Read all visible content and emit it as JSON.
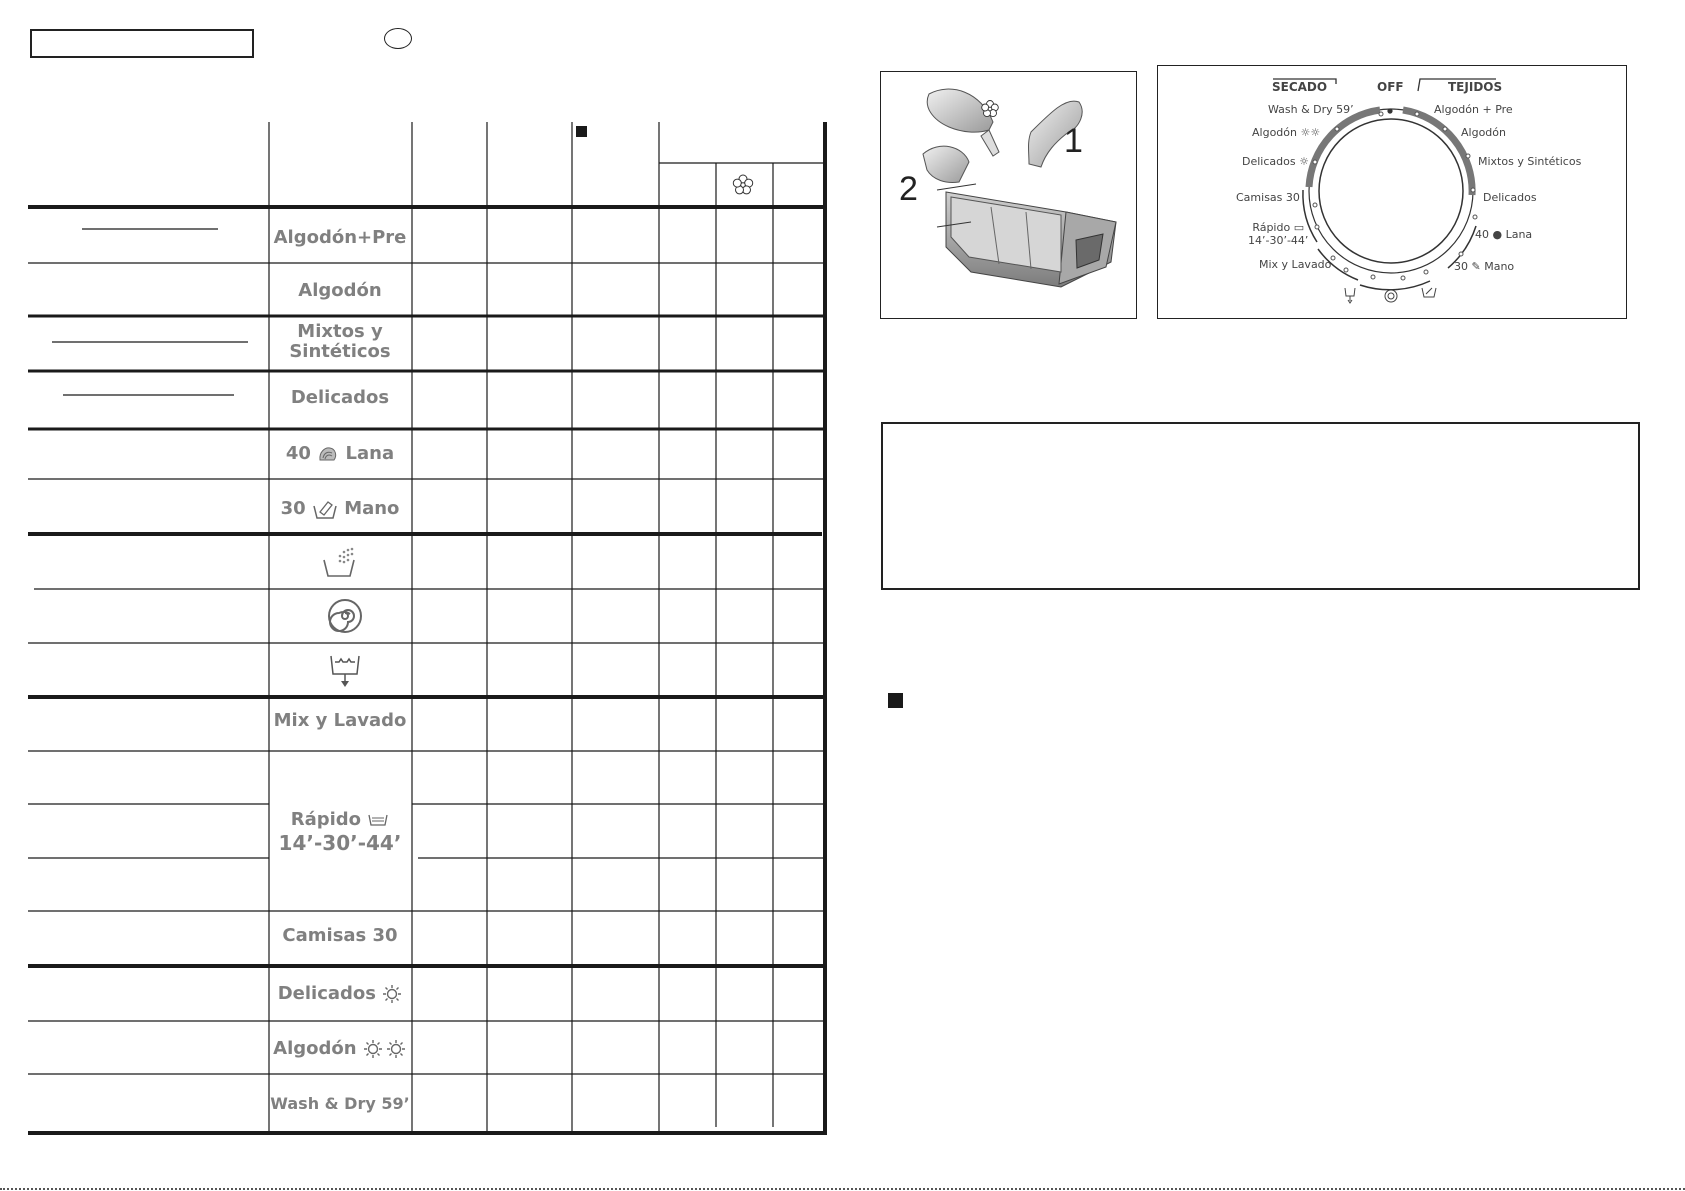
{
  "table": {
    "rows": [
      {
        "label": "Algodón+Pre"
      },
      {
        "label": "Algodón"
      },
      {
        "label": "Mixtos y",
        "label2": "Sintéticos"
      },
      {
        "label": "Delicados"
      },
      {
        "label_pre": "40",
        "label": "Lana",
        "icon": "wool-icon"
      },
      {
        "label_pre": "30",
        "label": "Mano",
        "icon": "handwash-icon"
      },
      {
        "icon": "rinse-icon"
      },
      {
        "icon": "spin-icon"
      },
      {
        "icon": "drain-icon"
      },
      {
        "label": "Mix y Lavado"
      },
      {
        "label": "Rápido",
        "label2": "14’-30’-44’",
        "icon": "quick-wash-icon"
      },
      {
        "label": "Camisas 30"
      },
      {
        "label": "Delicados",
        "icon": "sun-icon"
      },
      {
        "label": "Algodón",
        "icon": "double-sun-icon"
      },
      {
        "label": "Wash & Dry 59’"
      }
    ]
  },
  "figure1": {
    "label_1": "1",
    "label_2": "2"
  },
  "dial": {
    "secado": "SECADO",
    "off": "OFF",
    "tejidos": "TEJIDOS",
    "wash_dry": "Wash & Dry 59’",
    "algodon_dry": "Algodón",
    "delicados_dry": "Delicados",
    "camisas": "Camisas 30",
    "rapido": "Rápido",
    "rapido_times": "14’-30’-44’",
    "mix_lavado": "Mix y Lavado",
    "algodon_pre": "Algodón + Pre",
    "algodon": "Algodón",
    "mixtos": "Mixtos y Sintéticos",
    "delicados": "Delicados",
    "lana_pre": "40",
    "lana": "Lana",
    "mano_pre": "30",
    "mano": "Mano"
  },
  "colors": {
    "line": "#1a1a1a",
    "text": "#808080"
  }
}
